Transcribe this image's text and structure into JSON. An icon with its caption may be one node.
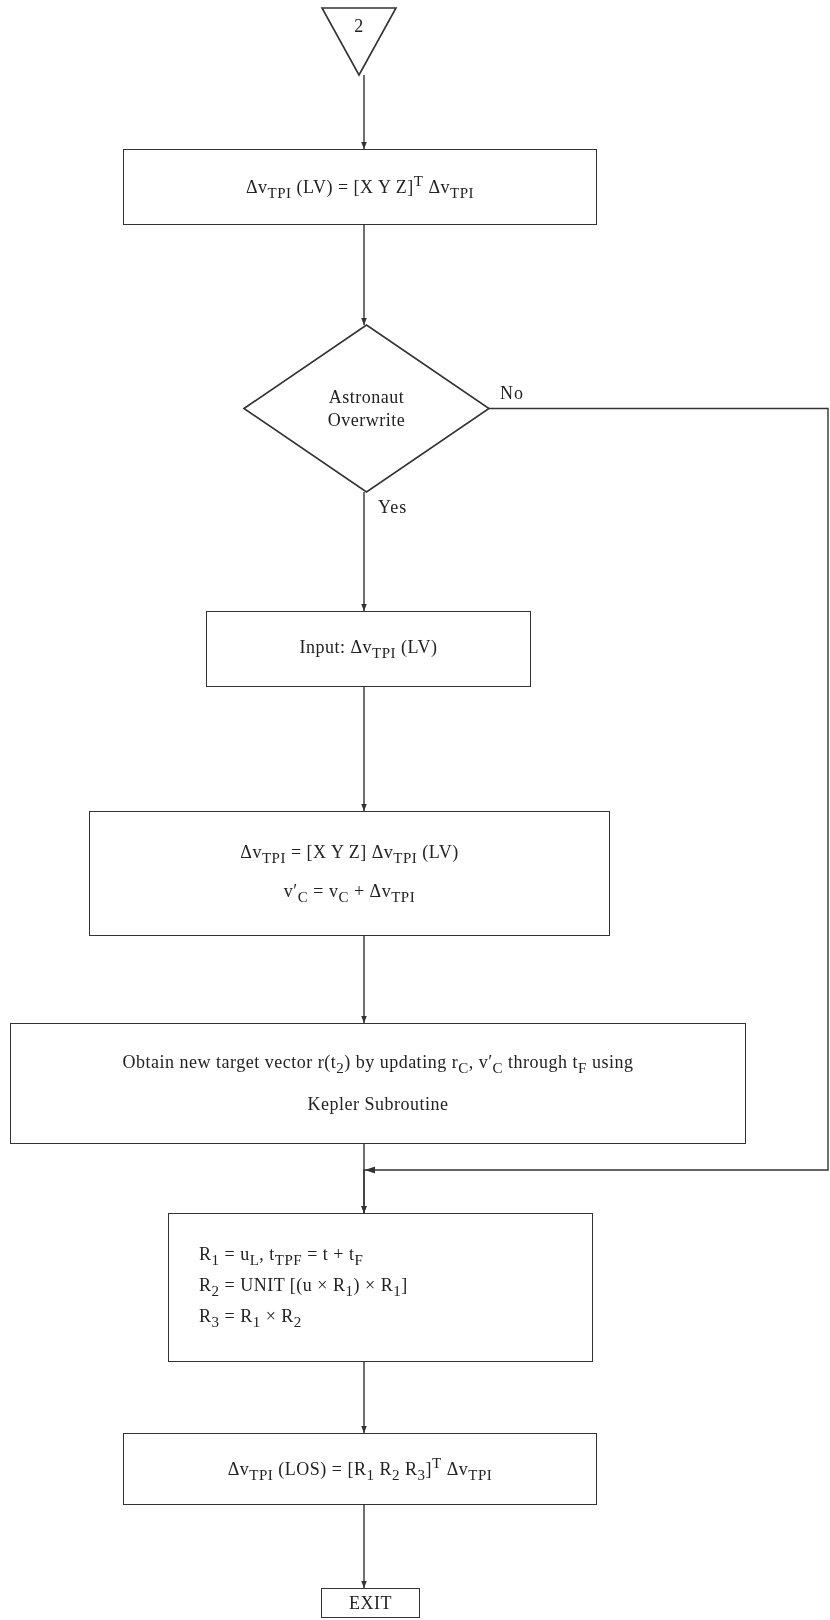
{
  "diagram": {
    "nodes": [
      {
        "text": [
          "2"
        ]
      },
      {
        "text": [
          "Δv$_{TPI}$ (LV) = [X Y Z]$^{T}$ Δv$_{TPI}$"
        ]
      },
      {
        "text": [
          "Astronaut Overwrite"
        ]
      },
      {
        "text": [
          "Input:  Δv$_{TPI}$ (LV)"
        ]
      },
      {
        "text": [
          "Δv$_{TPI}$ = [X Y Z] Δv$_{TPI}$ (LV)",
          "v′$_{C}$ = v$_{C}$ + Δv$_{TPI}$"
        ]
      },
      {
        "text": [
          "Obtain new target vector r(t$_{2}$) by updating r$_{C}$, v′$_{C}$ through t$_{F}$ using Kepler Subroutine"
        ]
      },
      {
        "text": [
          "R$_{1}$ = u$_{L}$, t$_{TPF}$ = t + t$_{F}$",
          "R$_{2}$ = UNIT [(u × R$_{1}$) × R$_{1}$]",
          "R$_{3}$ = R$_{1}$ × R$_{2}$"
        ]
      },
      {
        "text": [
          "Δv$_{TPI}$ (LOS) = [R$_{1}$ R$_{2}$ R$_{3}$]$^{T}$ Δv$_{TPI}$"
        ]
      },
      {
        "text": [
          "EXIT"
        ]
      }
    ],
    "edges": [
      {
        "from": 0,
        "to": 1,
        "arrow": "to"
      },
      {
        "from": 1,
        "to": 2,
        "arrow": "to"
      },
      {
        "from": 2,
        "to": 3,
        "arrow": "to",
        "label": "Yes"
      },
      {
        "from": 3,
        "to": 4,
        "arrow": "to"
      },
      {
        "from": 4,
        "to": 5,
        "arrow": "to"
      },
      {
        "from": 5,
        "to": 6,
        "arrow": "to"
      },
      {
        "from": 2,
        "to": 6,
        "arrow": "to",
        "label": "No"
      },
      {
        "from": 6,
        "to": 7,
        "arrow": "to"
      },
      {
        "from": 7,
        "to": 8,
        "arrow": "to"
      }
    ]
  }
}
